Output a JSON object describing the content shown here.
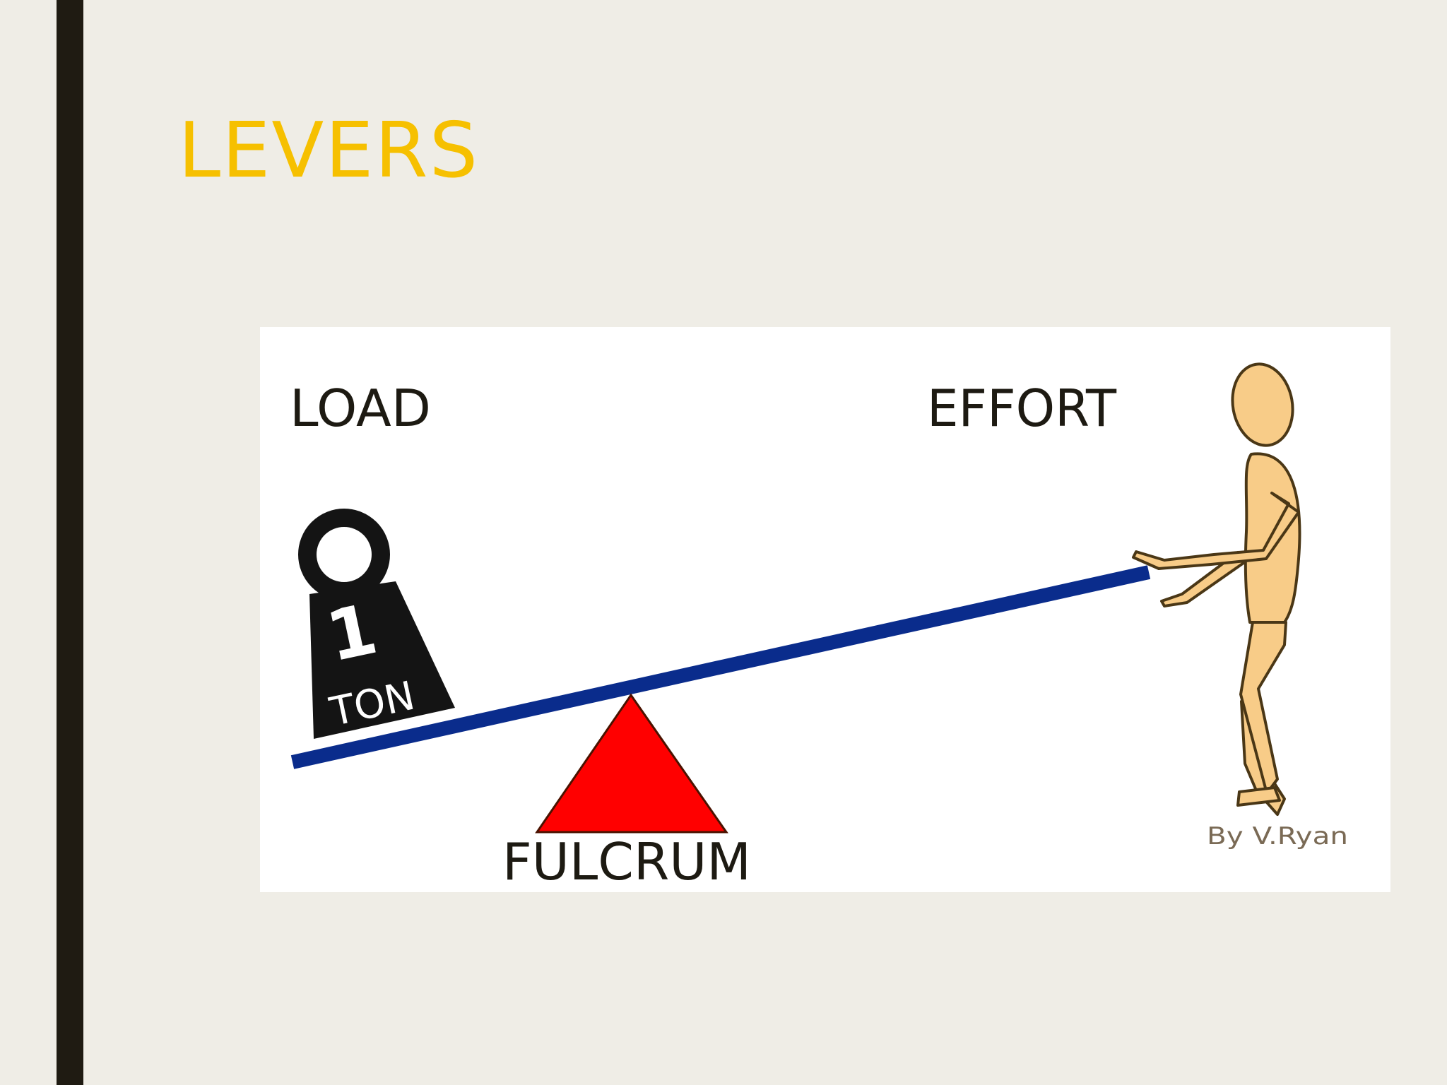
{
  "slide": {
    "title": "LEVERS"
  },
  "diagram": {
    "load_label": "LOAD",
    "effort_label": "EFFORT",
    "fulcrum_label": "FULCRUM",
    "weight_number": "1",
    "weight_unit": "TON",
    "credit": "By V.Ryan",
    "colors": {
      "title": "#f6c000",
      "lever_beam": "#0a2c8c",
      "fulcrum": "#ff0000",
      "weight": "#141414",
      "figure_skin": "#f8cc88"
    }
  }
}
